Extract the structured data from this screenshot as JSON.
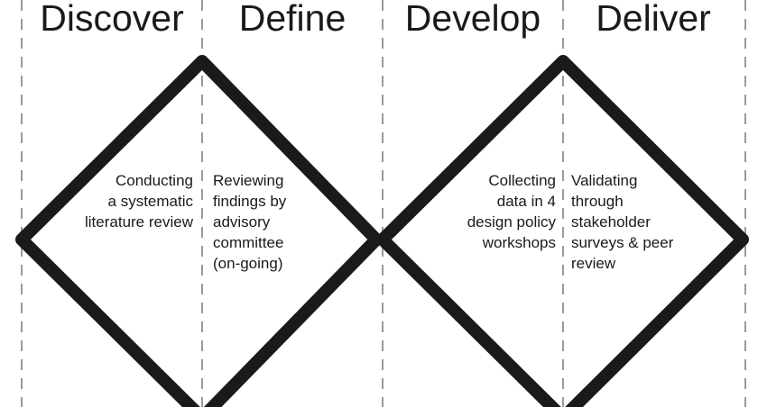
{
  "phases": [
    {
      "title": "Discover",
      "note": "Conducting\na systematic\nliterature review"
    },
    {
      "title": "Define",
      "note": "Reviewing\nfindings by\nadvisory\ncommittee\n(on-going)"
    },
    {
      "title": "Develop",
      "note": "Collecting\ndata in 4\ndesign policy\nworkshops"
    },
    {
      "title": "Deliver",
      "note": "Validating\nthrough\nstakeholder\nsurveys & peer\nreview"
    }
  ],
  "colors": {
    "diamond_stroke": "#1a1a1a",
    "divider": "#999999",
    "text": "#1a1a1a"
  }
}
